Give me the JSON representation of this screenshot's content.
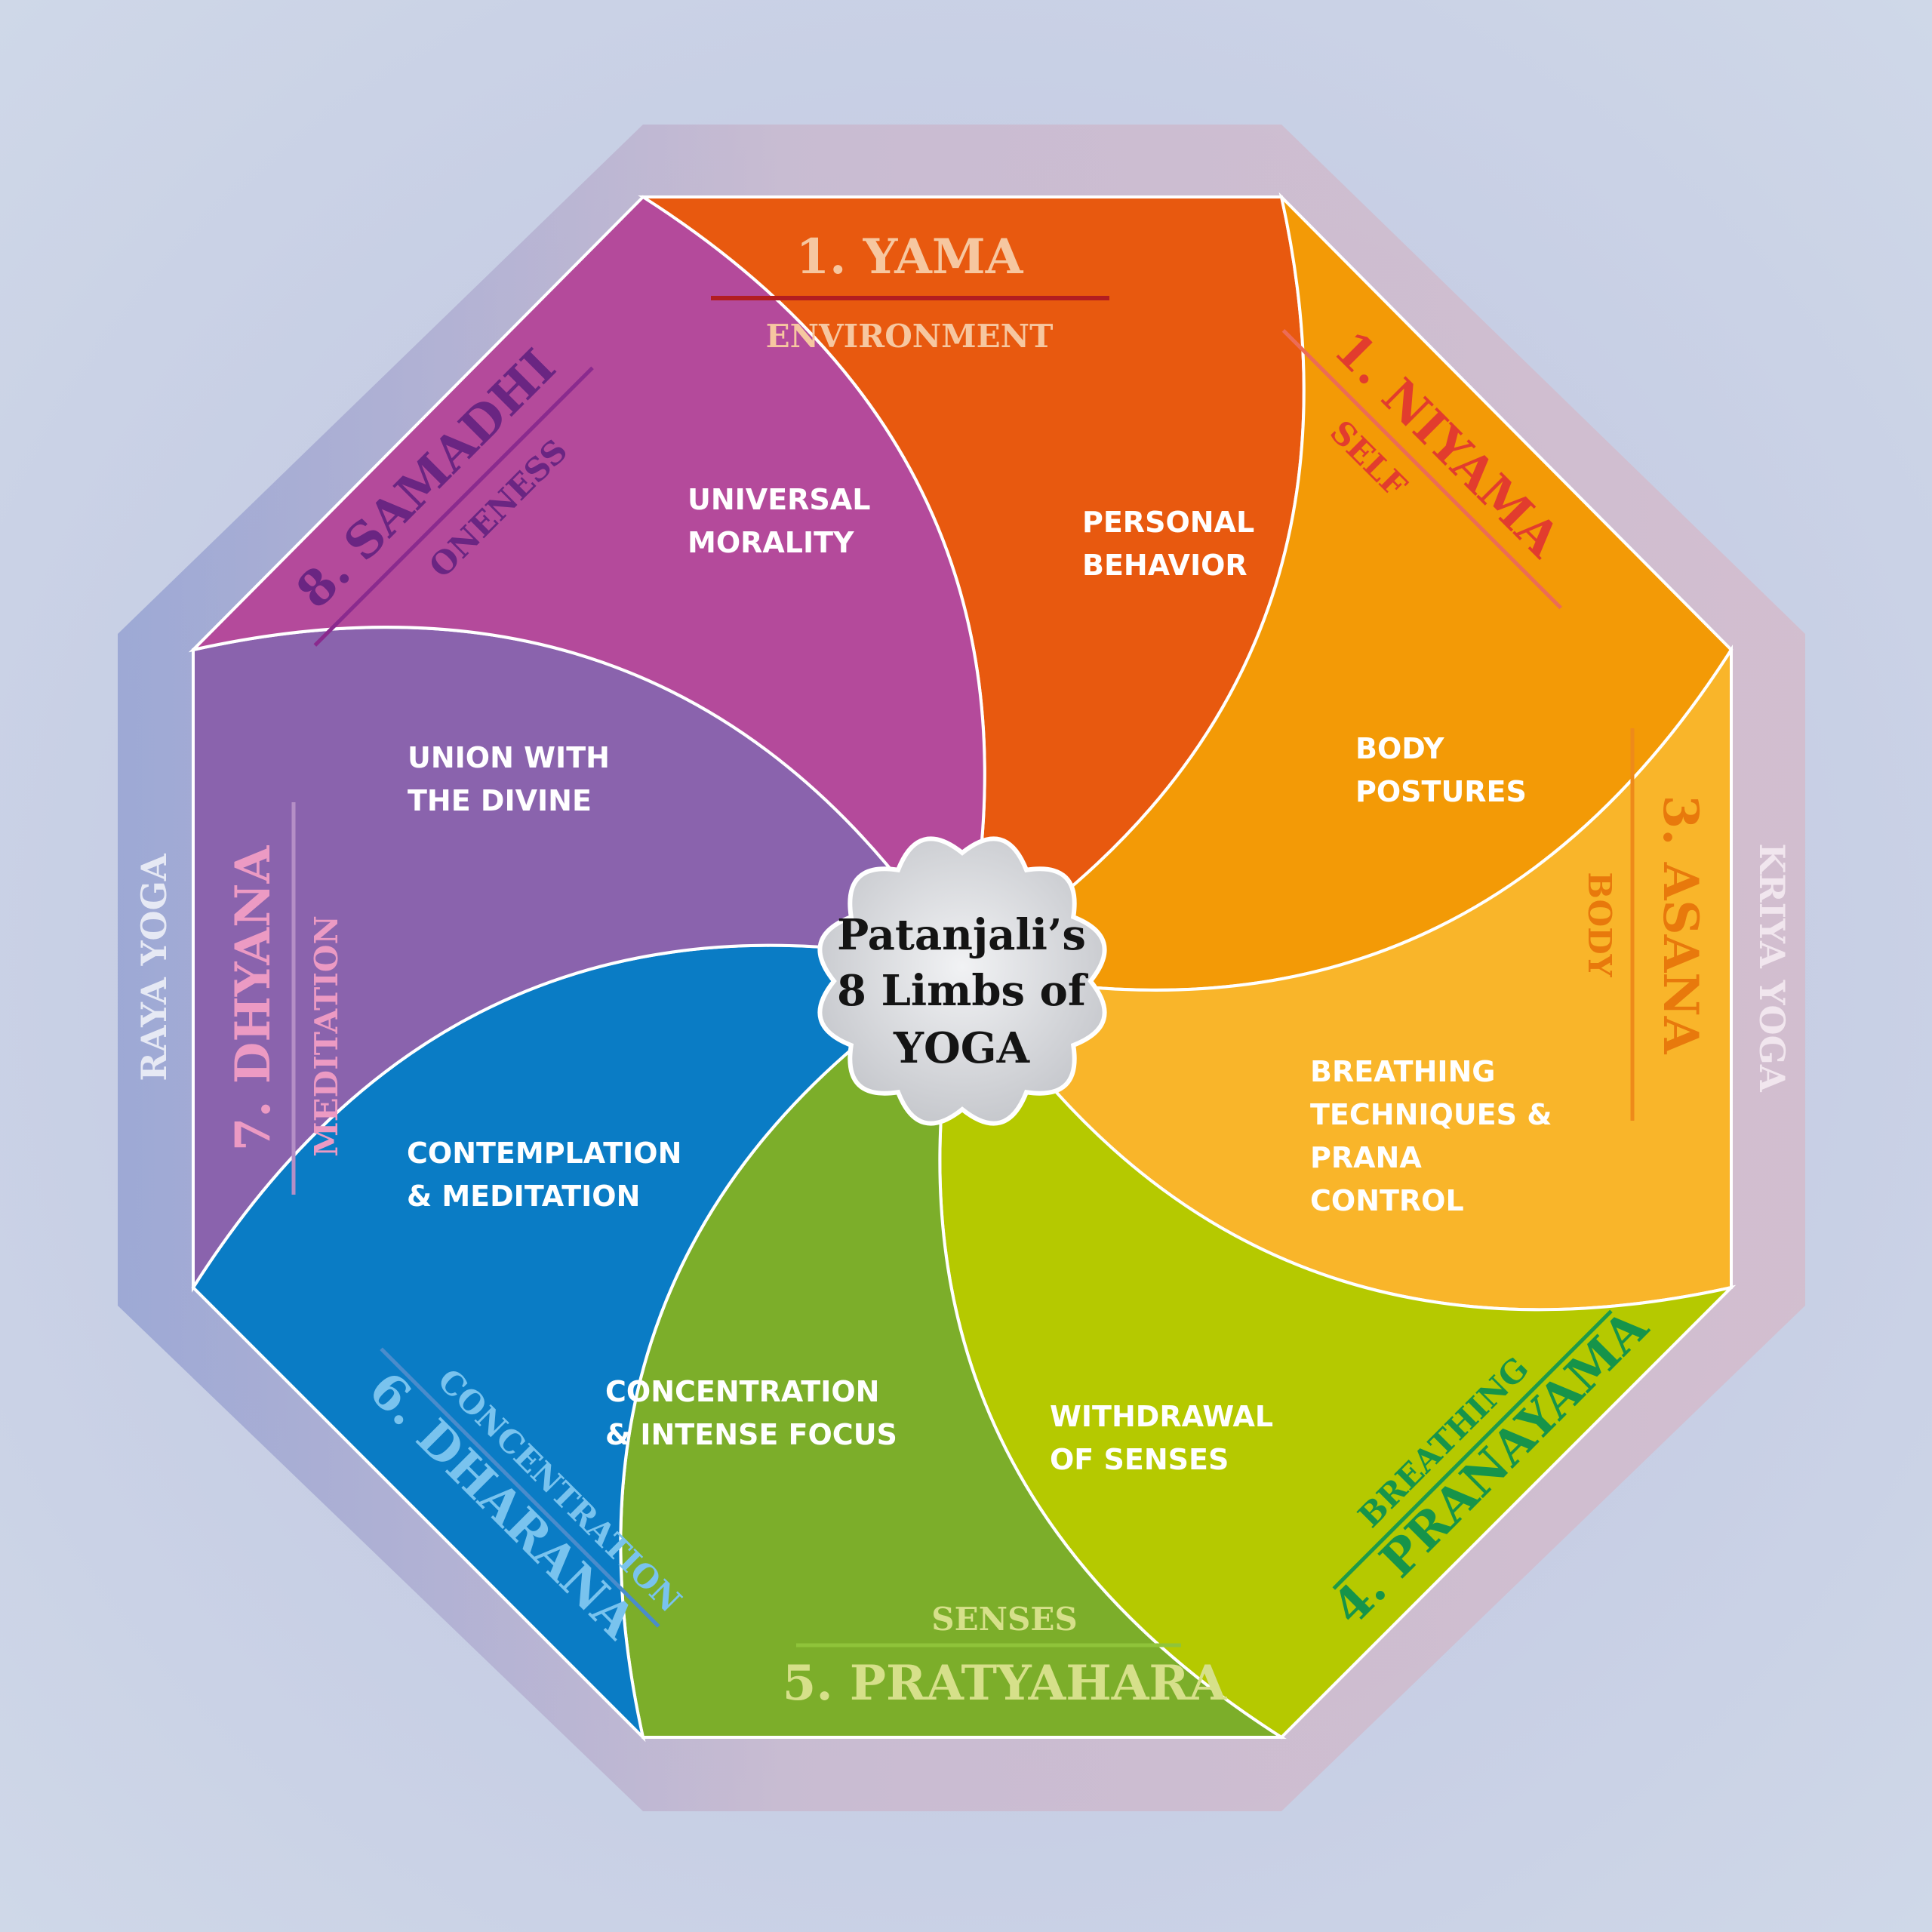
{
  "title": {
    "line1": "Patanjali’s",
    "line2": "8 Limbs of",
    "line3": "YOGA"
  },
  "side_labels": {
    "left": "RAYA YOGA",
    "right": "KRIYA YOGA"
  },
  "limbs": [
    {
      "name": "1. YAMA",
      "sub": "ENVIRONMENT",
      "desc": [
        "UNIVERSAL",
        "MORALITY"
      ],
      "color": "#e8590f",
      "text_color": "#f6c7a0"
    },
    {
      "name": "1. NIYAMA",
      "sub": "SELF",
      "desc": [
        "PERSONAL",
        "BEHAVIOR"
      ],
      "color": "#f39a06",
      "text_color": "#e23c2e"
    },
    {
      "name": "3. ASANA",
      "sub": "BODY",
      "desc": [
        "BODY",
        "POSTURES"
      ],
      "color": "#f9b52a",
      "text_color": "#e8790c"
    },
    {
      "name": "4. PRANAYAMA",
      "sub": "BREATHING",
      "desc": [
        "BREATHING",
        "TECHNIQUES &",
        "PRANA",
        "CONTROL"
      ],
      "color": "#b5c900",
      "text_color": "#16944a"
    },
    {
      "name": "5. PRATYAHARA",
      "sub": "SENSES",
      "desc": [
        "WITHDRAWAL",
        "OF SENSES"
      ],
      "color": "#7cae2a",
      "text_color": "#d6e08a"
    },
    {
      "name": "6. DHARANA",
      "sub": "CONCENTRATION",
      "desc": [
        "CONCENTRATION",
        "& INTENSE FOCUS"
      ],
      "color": "#0a7cc5",
      "text_color": "#79c3ee"
    },
    {
      "name": "7. DHYANA",
      "sub": "MEDITATION",
      "desc": [
        "CONTEMPLATION",
        "& MEDITATION"
      ],
      "color": "#8a63ad",
      "text_color": "#ec9ac3"
    },
    {
      "name": "8. SAMADHI",
      "sub": "ONENESS",
      "desc": [
        "UNION WITH",
        "THE DIVINE"
      ],
      "color": "#b44a9b",
      "text_color": "#6a2582"
    }
  ]
}
